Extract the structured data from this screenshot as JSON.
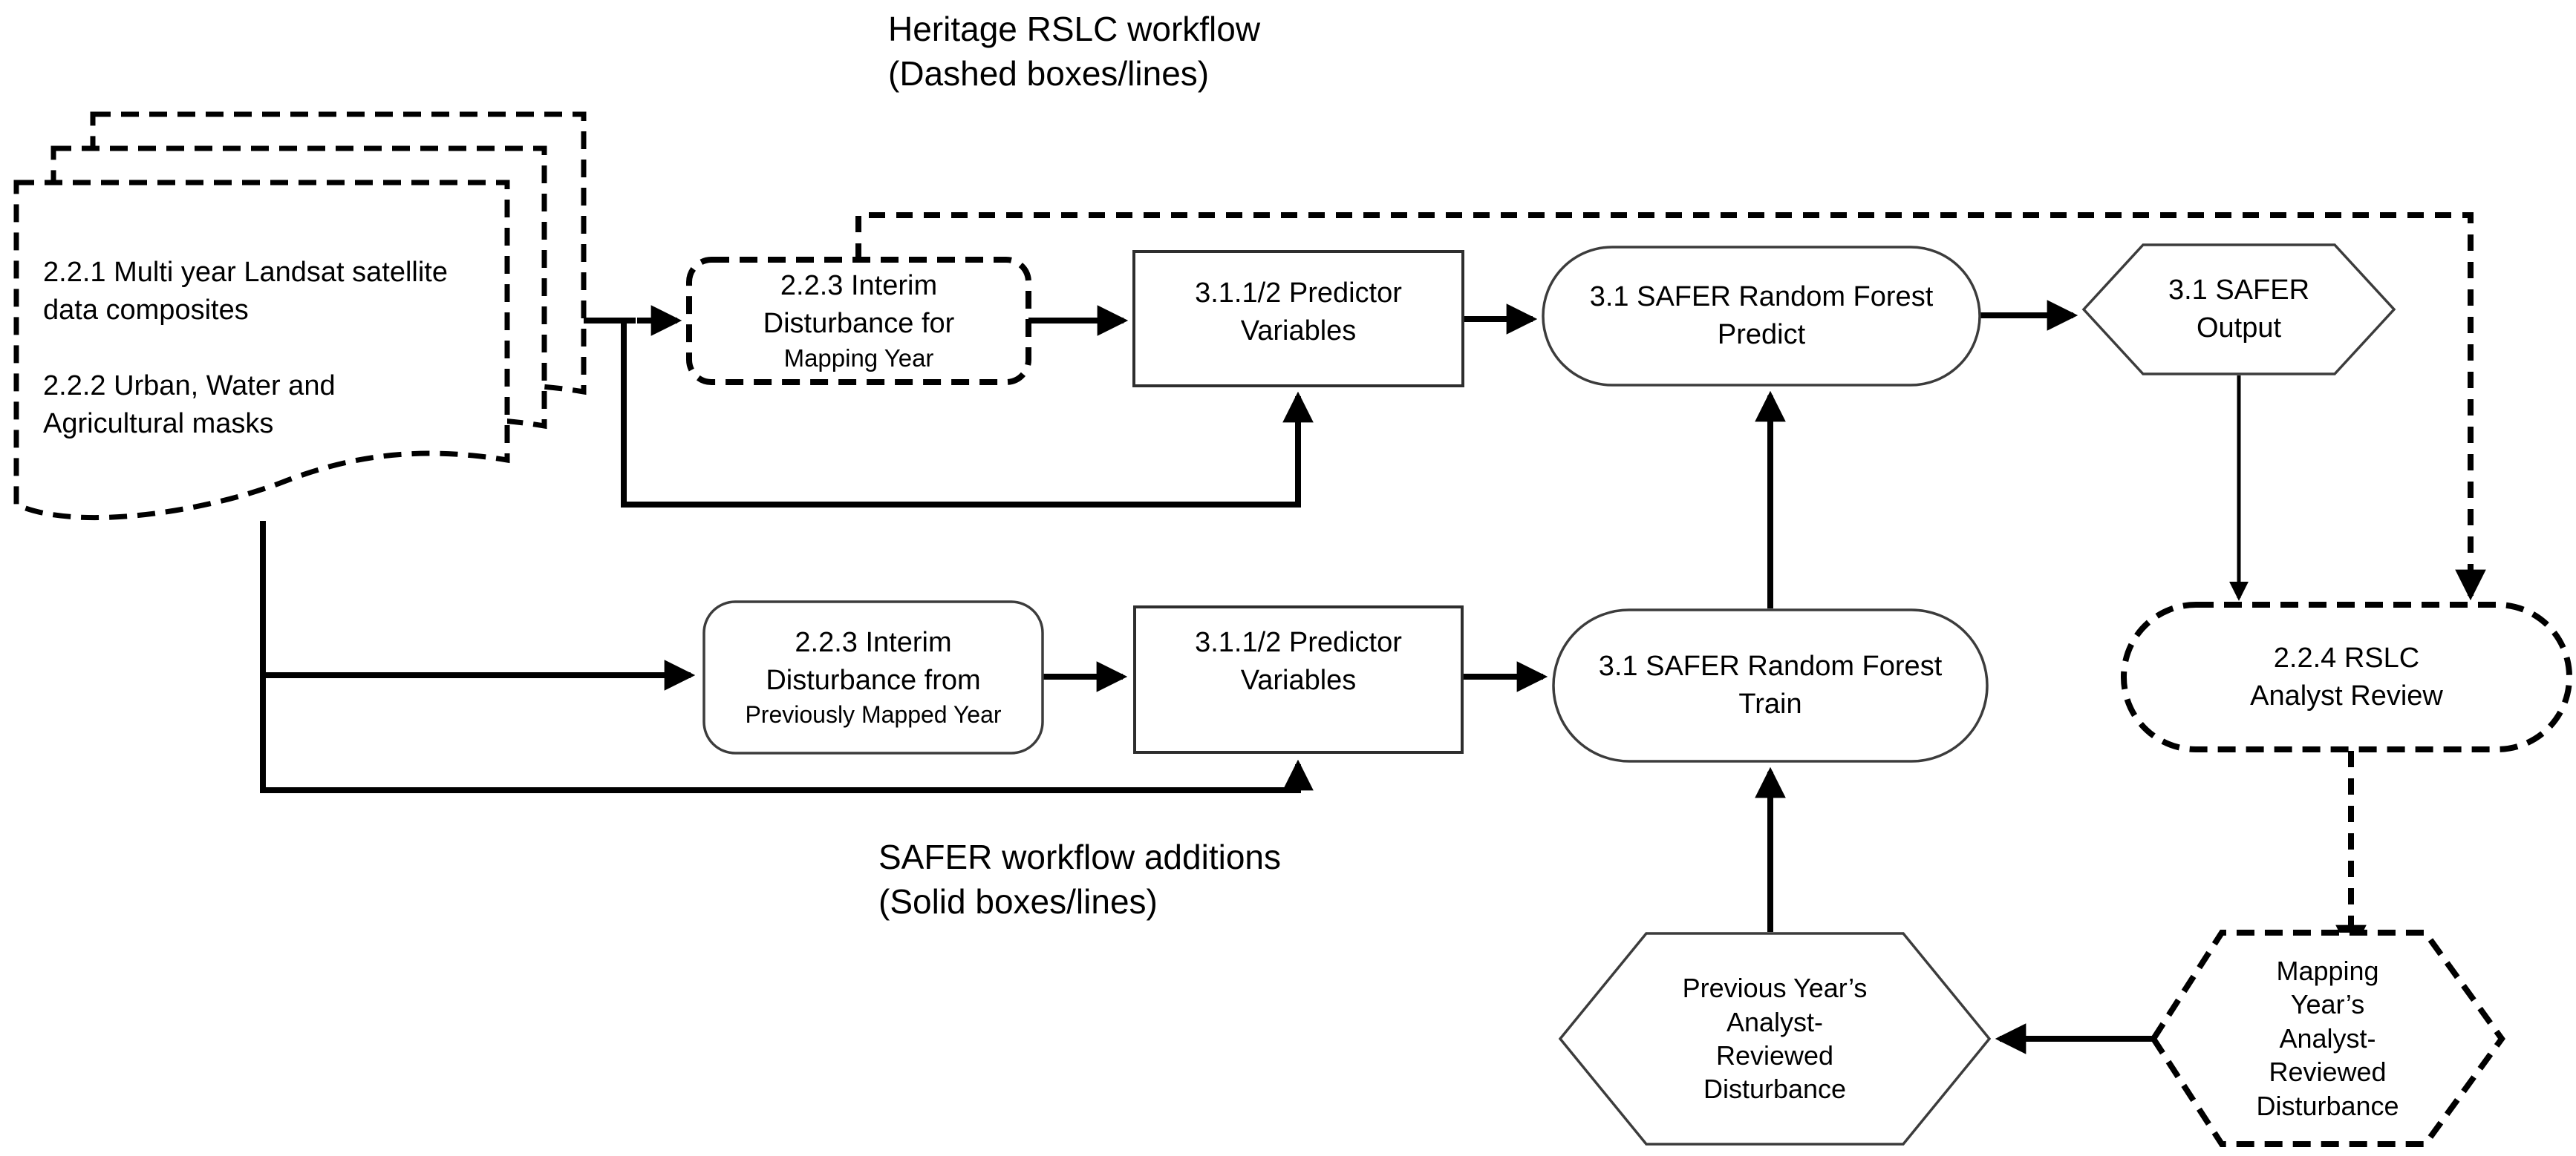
{
  "colors": {
    "background": "#ffffff",
    "line_color": "#000000",
    "thin_stroke": "#3c3c3c"
  },
  "legend": {
    "heritage": {
      "title": "Heritage RSLC workflow",
      "subtitle": "(Dashed boxes/lines)",
      "style": "dashed"
    },
    "safer": {
      "title": "SAFER workflow additions",
      "subtitle": "(Solid boxes/lines)",
      "style": "solid"
    }
  },
  "nodes": {
    "data_inputs": {
      "shape": "document-stack",
      "style": "dashed",
      "lines": [
        "2.2.1 Multi year Landsat satellite",
        "data composites",
        "",
        "2.2.2 Urban, Water and",
        "Agricultural masks"
      ]
    },
    "interim_disturbance_mapping": {
      "shape": "rounded-rect",
      "style": "dashed",
      "lines": [
        "2.2.3 Interim",
        "Disturbance for",
        "Mapping Year"
      ]
    },
    "predictor_vars_predict": {
      "shape": "rect",
      "style": "solid",
      "lines": [
        "3.1.1/2 Predictor",
        "Variables"
      ]
    },
    "rf_predict": {
      "shape": "stadium",
      "style": "solid",
      "lines": [
        "3.1 SAFER Random Forest",
        "Predict"
      ]
    },
    "safer_output": {
      "shape": "hexagon",
      "style": "solid",
      "lines": [
        "3.1 SAFER",
        "Output"
      ]
    },
    "analyst_review": {
      "shape": "rounded-rect",
      "style": "dashed",
      "lines": [
        "2.2.4 RSLC",
        "Analyst Review"
      ]
    },
    "interim_disturbance_prev": {
      "shape": "rounded-rect",
      "style": "solid",
      "lines": [
        "2.2.3 Interim",
        "Disturbance from",
        "Previously Mapped Year"
      ]
    },
    "predictor_vars_train": {
      "shape": "rect",
      "style": "solid",
      "lines": [
        "3.1.1/2 Predictor",
        "Variables"
      ]
    },
    "rf_train": {
      "shape": "stadium",
      "style": "solid",
      "lines": [
        "3.1 SAFER Random Forest",
        "Train"
      ]
    },
    "prev_year_disturbance": {
      "shape": "hexagon",
      "style": "solid",
      "lines": [
        "Previous Year’s",
        "Analyst-",
        "Reviewed",
        "Disturbance"
      ]
    },
    "mapping_year_disturbance": {
      "shape": "hexagon",
      "style": "dashed",
      "lines": [
        "Mapping",
        "Year’s",
        "Analyst-",
        "Reviewed",
        "Disturbance"
      ]
    }
  },
  "edges": [
    {
      "from": "data_inputs",
      "to": "interim_disturbance_mapping",
      "style": "dashed-arrow"
    },
    {
      "from": "interim_disturbance_mapping",
      "to": "predictor_vars_predict",
      "style": "solid-arrow"
    },
    {
      "from": "data_inputs",
      "to": "predictor_vars_predict",
      "style": "solid-arrow"
    },
    {
      "from": "predictor_vars_predict",
      "to": "rf_predict",
      "style": "solid-arrow"
    },
    {
      "from": "rf_predict",
      "to": "safer_output",
      "style": "solid-arrow"
    },
    {
      "from": "safer_output",
      "to": "analyst_review",
      "style": "solid-arrow"
    },
    {
      "from": "interim_disturbance_mapping",
      "to": "analyst_review",
      "style": "dashed-arrow"
    },
    {
      "from": "analyst_review",
      "to": "mapping_year_disturbance",
      "style": "dashed-arrow"
    },
    {
      "from": "mapping_year_disturbance",
      "to": "prev_year_disturbance",
      "style": "solid-arrow"
    },
    {
      "from": "prev_year_disturbance",
      "to": "rf_train",
      "style": "solid-arrow"
    },
    {
      "from": "data_inputs",
      "to": "interim_disturbance_prev",
      "style": "solid-arrow"
    },
    {
      "from": "data_inputs",
      "to": "predictor_vars_train",
      "style": "solid-arrow"
    },
    {
      "from": "interim_disturbance_prev",
      "to": "predictor_vars_train",
      "style": "solid-arrow"
    },
    {
      "from": "predictor_vars_train",
      "to": "rf_train",
      "style": "solid-arrow"
    },
    {
      "from": "rf_train",
      "to": "rf_predict",
      "style": "solid-arrow"
    }
  ]
}
